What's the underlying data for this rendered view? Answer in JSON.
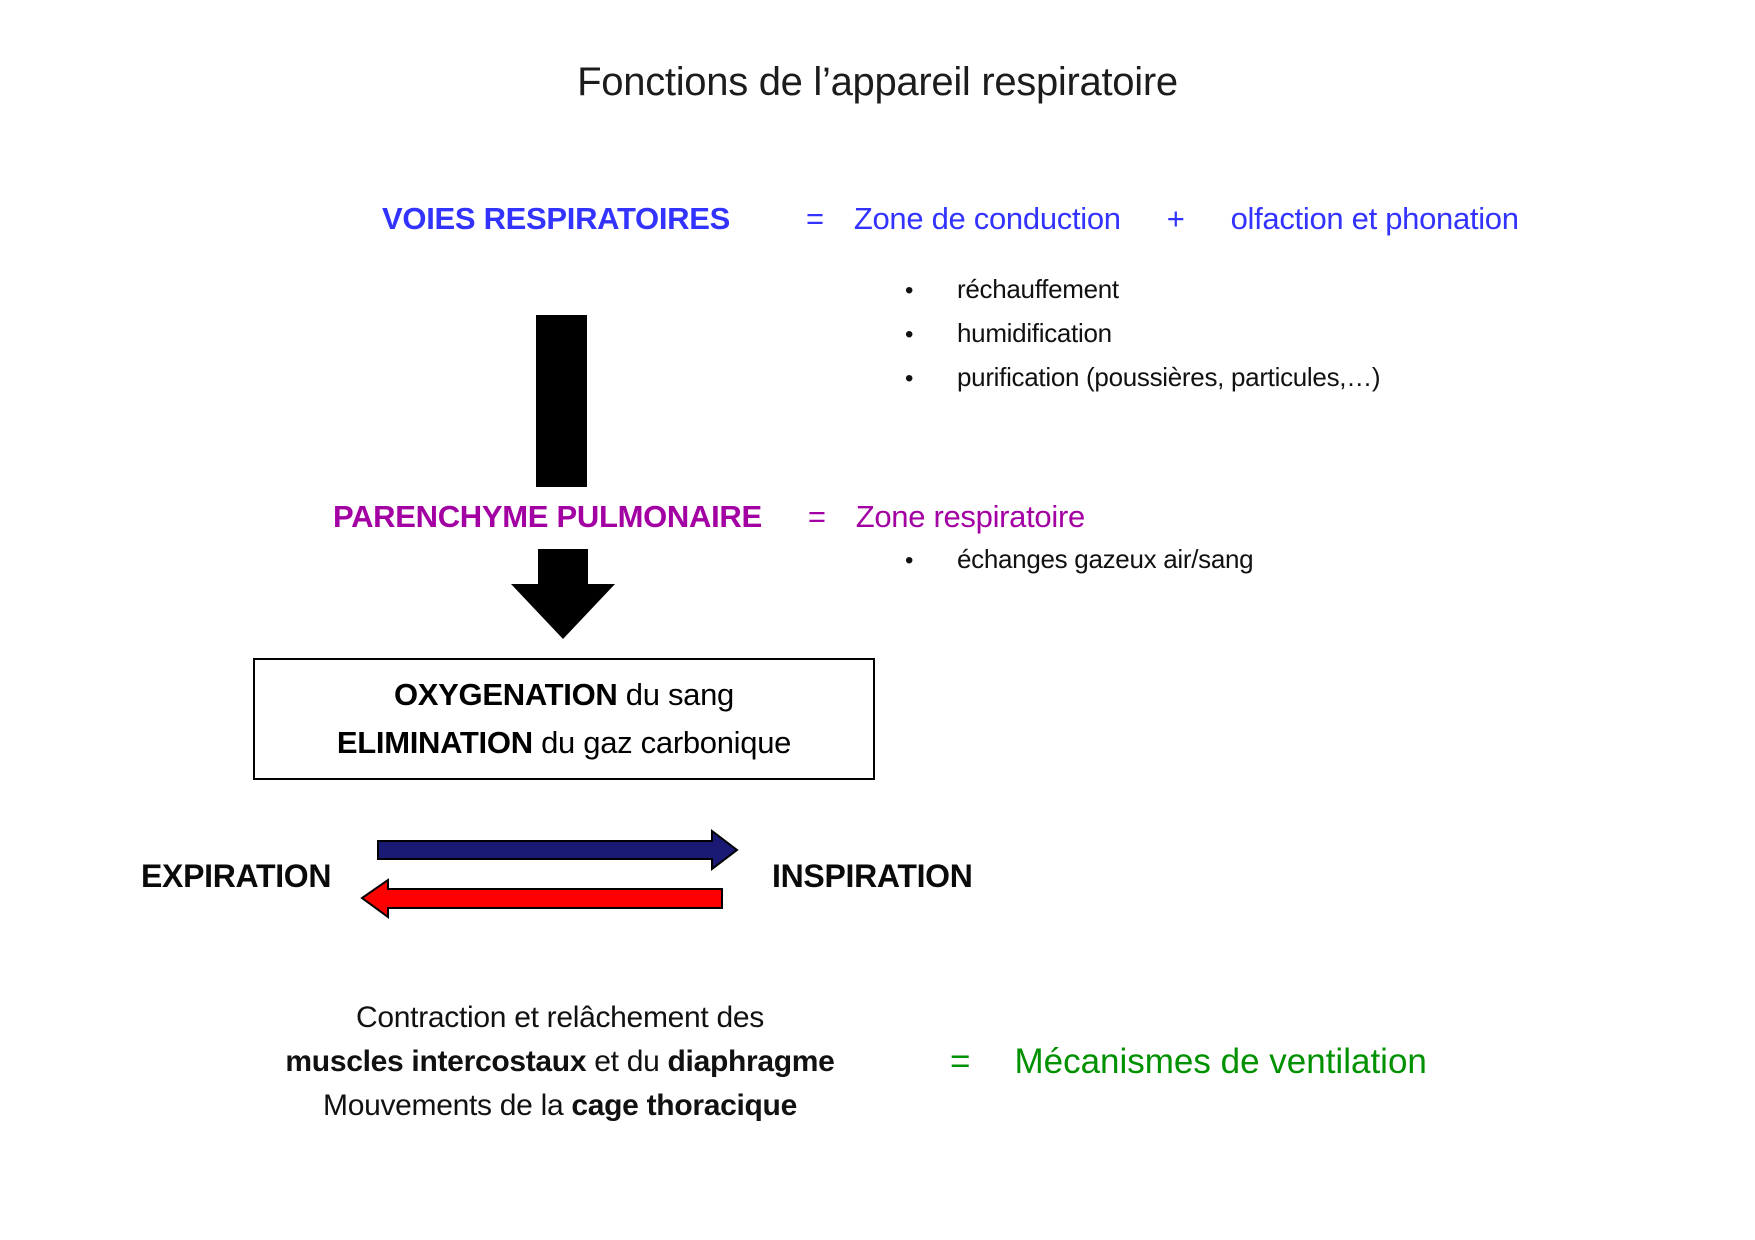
{
  "title": "Fonctions de l’appareil respiratoire",
  "colors": {
    "text_blue": "#3333ff",
    "text_purple": "#a300a3",
    "text_green": "#009100",
    "arrow_navy": "#1a1a75",
    "arrow_red": "#fe0000",
    "arrow_black": "#000000"
  },
  "bullet_char": "•",
  "conduction": {
    "heading": "VOIES RESPIRATOIRES",
    "equals": "=",
    "zone": "Zone de conduction",
    "plus": "+",
    "extra": "olfaction et phonation",
    "bullets": [
      "réchauffement",
      "humidification",
      "purification (poussières, particules,…)"
    ]
  },
  "respiratoire": {
    "heading": "PARENCHYME PULMONAIRE",
    "equals": "=",
    "zone": "Zone respiratoire",
    "bullets": [
      "échanges gazeux air/sang"
    ]
  },
  "box": {
    "line1_bold": "OXYGENATION",
    "line1_rest": " du sang",
    "line2_bold": "ELIMINATION",
    "line2_rest": " du gaz carbonique"
  },
  "breathing": {
    "expiration": "EXPIRATION",
    "inspiration": "INSPIRATION"
  },
  "ventilation": {
    "line1": "Contraction et relâchement des",
    "line2_bold1": "muscles intercostaux",
    "line2_mid": " et du ",
    "line2_bold2": "diaphragme",
    "line3_pre": "Mouvements de la ",
    "line3_bold": "cage thoracique",
    "equals": "=",
    "label": "Mécanismes de ventilation"
  }
}
